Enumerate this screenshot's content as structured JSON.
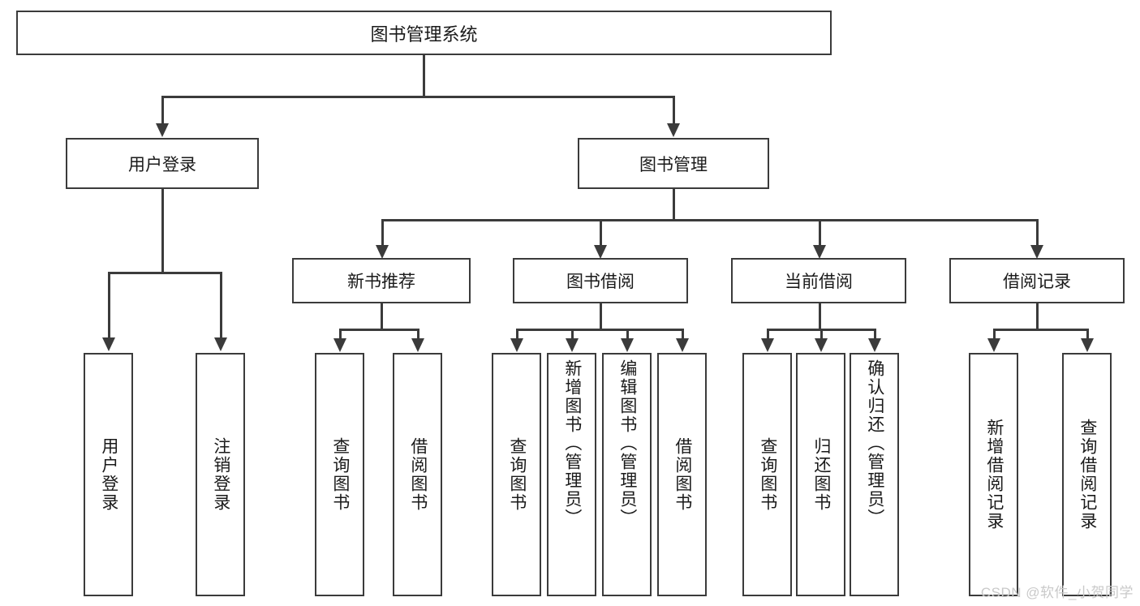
{
  "diagram": {
    "title": "图书管理系统",
    "type": "tree-structure-chart",
    "watermark": "CSDN @软件_小贺同学",
    "colors": {
      "stroke": "#3b3b3b",
      "fill": "#ffffff",
      "text": "#1a1a1a",
      "watermark": "#c9c9c9"
    },
    "root": {
      "label": "图书管理系统"
    },
    "level1": [
      {
        "label": "用户登录"
      },
      {
        "label": "图书管理"
      }
    ],
    "level2": [
      {
        "label": "新书推荐"
      },
      {
        "label": "图书借阅"
      },
      {
        "label": "当前借阅"
      },
      {
        "label": "借阅记录"
      }
    ],
    "leaves": {
      "user_login": [
        {
          "label": "用户登录"
        },
        {
          "label": "注销登录"
        }
      ],
      "new_book_recommend": [
        {
          "label": "查询图书"
        },
        {
          "label": "借阅图书"
        }
      ],
      "book_borrow": [
        {
          "label": "查询图书"
        },
        {
          "label": "新增图书（管理员）"
        },
        {
          "label": "编辑图书（管理员）"
        },
        {
          "label": "借阅图书"
        }
      ],
      "current_borrow": [
        {
          "label": "查询图书"
        },
        {
          "label": "归还图书"
        },
        {
          "label": "确认归还（管理员）"
        }
      ],
      "borrow_record": [
        {
          "label": "新增借阅记录"
        },
        {
          "label": "查询借阅记录"
        }
      ]
    }
  }
}
